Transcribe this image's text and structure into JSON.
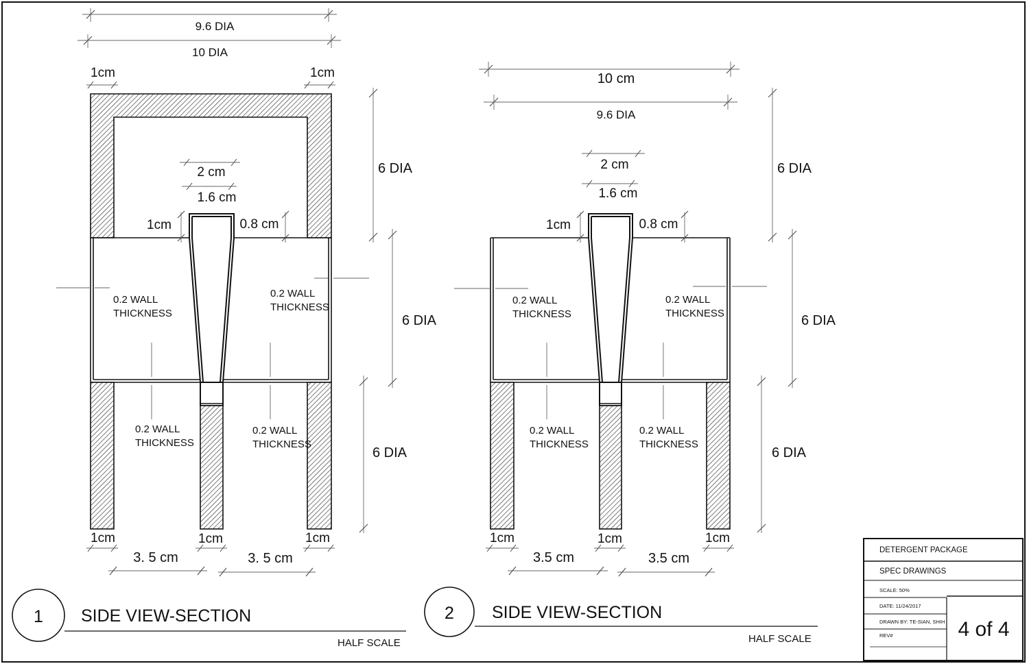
{
  "views": [
    {
      "number": "1",
      "title": "SIDE VIEW-SECTION",
      "scale": "HALF SCALE",
      "dims": {
        "inner_dia": "9.6 DIA",
        "outer_dia": "10 DIA",
        "cap_left_wall": "1cm",
        "cap_right_wall": "1cm",
        "cap_height": "6 DIA",
        "body_height": "6 DIA",
        "leg_height": "6 DIA",
        "spout_top": "2 cm",
        "spout_inner": "1.6 cm",
        "spout_rise": "1cm",
        "spout_right": "0.8 cm",
        "wall_left": [
          "0.2 WALL",
          "THICKNESS"
        ],
        "wall_right": [
          "0.2 WALL",
          "THICKNESS"
        ],
        "wall_bottom_left": [
          "0.2 WALL",
          "THICKNESS"
        ],
        "wall_bottom_right": [
          "0.2 WALL",
          "THICKNESS"
        ],
        "leg_left": "1cm",
        "leg_mid": "1cm",
        "leg_right": "1cm",
        "gap_left": "3. 5 cm",
        "gap_right": "3. 5 cm"
      }
    },
    {
      "number": "2",
      "title": "SIDE VIEW-SECTION",
      "scale": "HALF SCALE",
      "dims": {
        "outer_dia": "10 cm",
        "inner_dia": "9.6 DIA",
        "cap_height": "6 DIA",
        "body_height": "6 DIA",
        "leg_height": "6 DIA",
        "spout_top": "2 cm",
        "spout_inner": "1.6 cm",
        "spout_rise": "1cm",
        "spout_right": "0.8 cm",
        "wall_left": [
          "0.2 WALL",
          "THICKNESS"
        ],
        "wall_right": [
          "0.2 WALL",
          "THICKNESS"
        ],
        "wall_bottom_left": [
          "0.2 WALL",
          "THICKNESS"
        ],
        "wall_bottom_right": [
          "0.2 WALL",
          "THICKNESS"
        ],
        "leg_left": "1cm",
        "leg_mid": "1cm",
        "leg_right": "1cm",
        "gap_left": "3.5 cm",
        "gap_right": "3.5 cm"
      }
    }
  ],
  "title_block": {
    "project": "DETERGENT PACKAGE",
    "sheet_type": "SPEC DRAWINGS",
    "scale": "SCALE: 50%",
    "date": "DATE: 11/24/2017",
    "drawn_by": "DRAWN BY: TE-SIAN, SHIH",
    "rev": "REV#",
    "page": "4 of 4"
  }
}
